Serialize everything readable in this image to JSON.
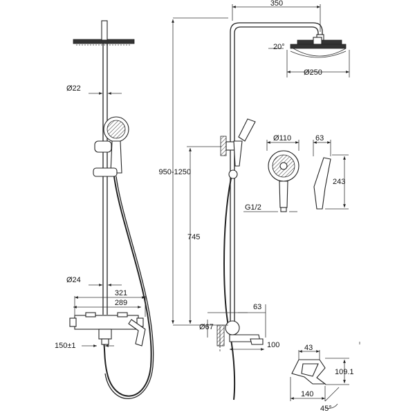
{
  "dimensions": {
    "head_arm_length": "350",
    "tilt_angle": "20°",
    "head_diameter": "Ø250",
    "pipe_diameter_upper": "Ø22",
    "adjustable_height": "950-1250",
    "handset_diameter": "Ø110",
    "handset_depth": "63",
    "handset_length": "243",
    "connection_thread": "G1/2",
    "bracket_height": "745",
    "pipe_diameter_lower": "Ø24",
    "mixer_length": "321",
    "mixer_body_length": "289",
    "spout_offset": "63",
    "escutcheon_diameter": "Ø67",
    "spout_length": "100",
    "inlet_centres": "150±1",
    "lever_width": "43",
    "lever_height": "109.1",
    "lever_length": "140",
    "lever_angle": "45°"
  }
}
